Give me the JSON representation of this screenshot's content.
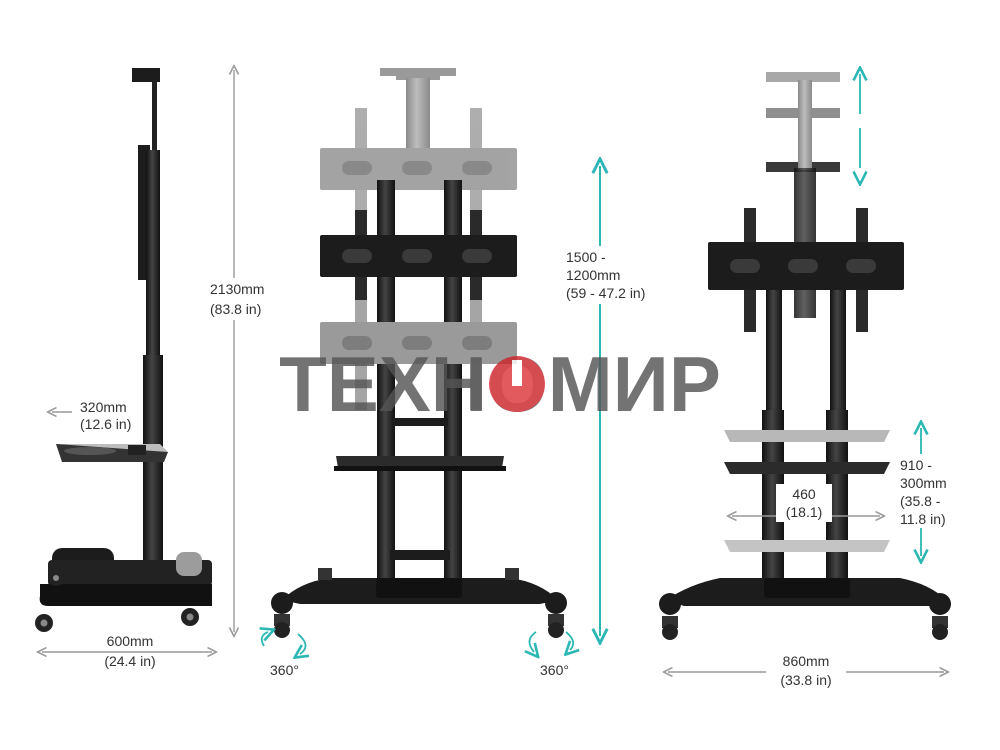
{
  "colors": {
    "teal": "#2bb7b3",
    "gray_arrow": "#999999",
    "metal_dark": "#1c1c1c",
    "metal_ghost": "#9a9a9a",
    "text": "#333333",
    "watermark_gray": "#555555",
    "watermark_red": "#d81f26"
  },
  "watermark": {
    "text": "ТЕХНОМИР"
  },
  "labels": {
    "shelf_depth_mm": "320mm",
    "shelf_depth_in": "(12.6 in)",
    "base_depth_mm": "600mm",
    "base_depth_in": "(24.4 in)",
    "total_height_mm": "2130mm",
    "total_height_in": "(83.8 in)",
    "mount_height_l1": "1500 -",
    "mount_height_l2": "1200mm",
    "mount_height_l3": "(59 - 47.2 in)",
    "rotate_left": "360°",
    "rotate_right": "360°",
    "shelf_width_l1": "460",
    "shelf_width_l2": "(18.1)",
    "shelf_height_l1": "910 -",
    "shelf_height_l2": "300mm",
    "shelf_height_l3": "(35.8 -",
    "shelf_height_l4": "11.8 in)",
    "base_width_mm": "860mm",
    "base_width_in": "(33.8 in)"
  },
  "icons": [
    "rotate-arrow-icon",
    "double-arrow-icon"
  ]
}
